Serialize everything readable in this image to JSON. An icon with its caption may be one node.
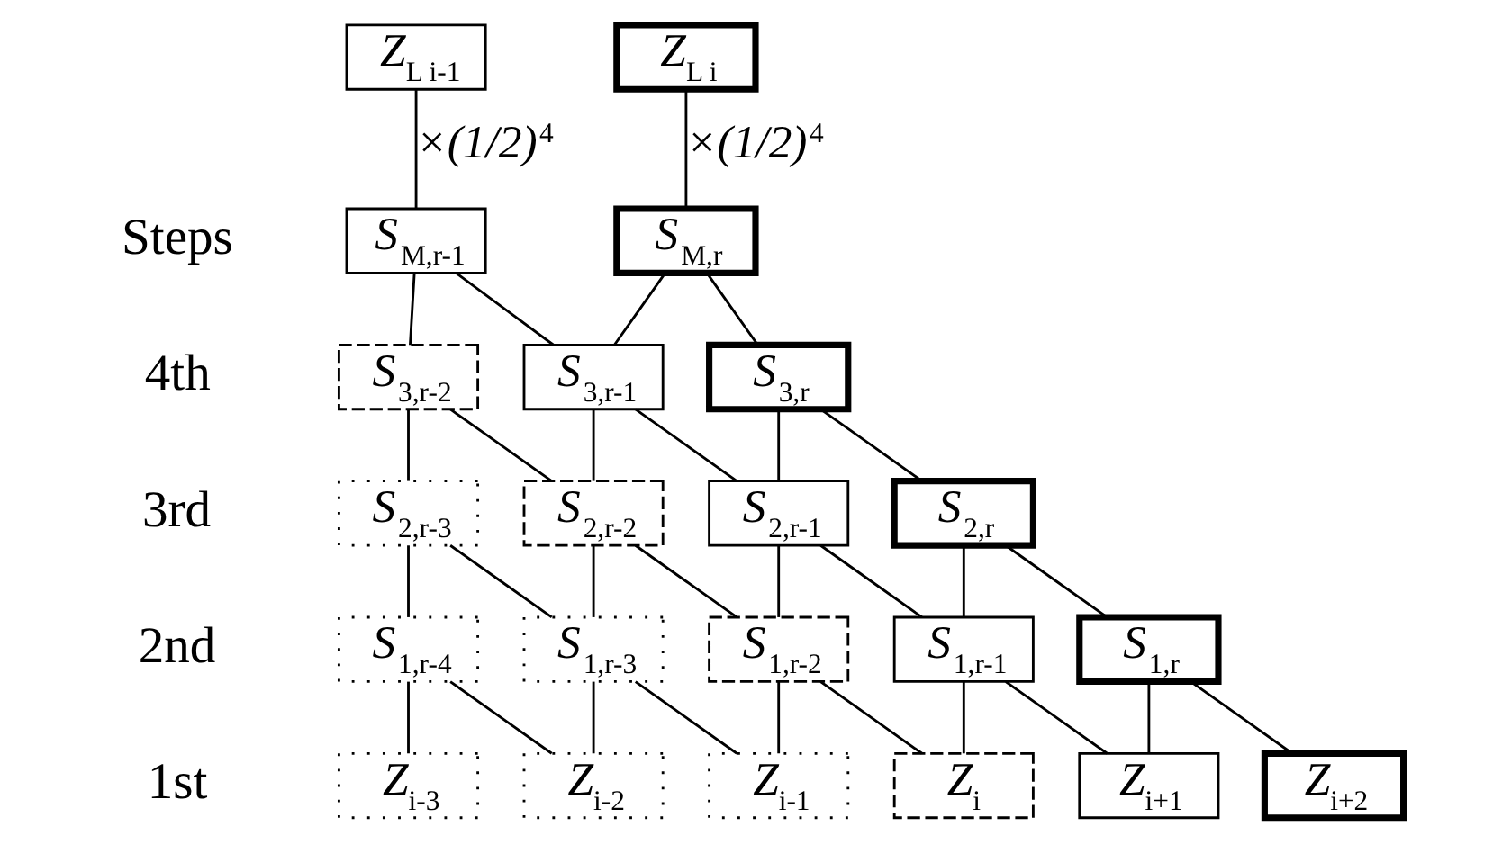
{
  "diagram": {
    "nodes": [
      {
        "text": [
          "Z$_{L i-1}$"
        ]
      },
      {
        "text": [
          "Z$_{L i}$"
        ]
      },
      {
        "text": [
          "S$_{M,r-1}$"
        ]
      },
      {
        "text": [
          "S$_{M,r}$"
        ]
      },
      {
        "text": [
          "S$_{3,r-2}$"
        ]
      },
      {
        "text": [
          "S$_{3,r-1}$"
        ]
      },
      {
        "text": [
          "S$_{3,r}$"
        ]
      },
      {
        "text": [
          "S$_{2,r-3}$"
        ]
      },
      {
        "text": [
          "S$_{2,r-2}$"
        ]
      },
      {
        "text": [
          "S$_{2,r-1}$"
        ]
      },
      {
        "text": [
          "S$_{2,r}$"
        ]
      },
      {
        "text": [
          "S$_{1,r-4}$"
        ]
      },
      {
        "text": [
          "S$_{1,r-3}$"
        ]
      },
      {
        "text": [
          "S$_{1,r-2}$"
        ]
      },
      {
        "text": [
          "S$_{1,r-1}$"
        ]
      },
      {
        "text": [
          "S$_{1,r}$"
        ]
      },
      {
        "text": [
          "Z$_{i-3}$"
        ]
      },
      {
        "text": [
          "Z$_{i-2}$"
        ]
      },
      {
        "text": [
          "Z$_{i-1}$"
        ]
      },
      {
        "text": [
          "Z$_{i}$"
        ]
      },
      {
        "text": [
          "Z$_{i+1}$"
        ]
      },
      {
        "text": [
          "Z$_{i+2}$"
        ]
      }
    ],
    "edges": [
      {
        "from": 0,
        "to": 2,
        "arrow": "none",
        "label": "×(1/2)$^{4}$"
      },
      {
        "from": 1,
        "to": 3,
        "arrow": "none",
        "label": "×(1/2)$^{4}$"
      },
      {
        "from": 2,
        "to": 4,
        "arrow": "none"
      },
      {
        "from": 2,
        "to": 5,
        "arrow": "none"
      },
      {
        "from": 3,
        "to": 5,
        "arrow": "none"
      },
      {
        "from": 3,
        "to": 6,
        "arrow": "none"
      },
      {
        "from": 4,
        "to": 7,
        "arrow": "none"
      },
      {
        "from": 4,
        "to": 8,
        "arrow": "none"
      },
      {
        "from": 5,
        "to": 8,
        "arrow": "none"
      },
      {
        "from": 5,
        "to": 9,
        "arrow": "none"
      },
      {
        "from": 6,
        "to": 9,
        "arrow": "none"
      },
      {
        "from": 6,
        "to": 10,
        "arrow": "none"
      },
      {
        "from": 7,
        "to": 11,
        "arrow": "none"
      },
      {
        "from": 7,
        "to": 12,
        "arrow": "none"
      },
      {
        "from": 8,
        "to": 12,
        "arrow": "none"
      },
      {
        "from": 8,
        "to": 13,
        "arrow": "none"
      },
      {
        "from": 9,
        "to": 13,
        "arrow": "none"
      },
      {
        "from": 9,
        "to": 14,
        "arrow": "none"
      },
      {
        "from": 10,
        "to": 14,
        "arrow": "none"
      },
      {
        "from": 10,
        "to": 15,
        "arrow": "none"
      },
      {
        "from": 11,
        "to": 16,
        "arrow": "none"
      },
      {
        "from": 11,
        "to": 17,
        "arrow": "none"
      },
      {
        "from": 12,
        "to": 17,
        "arrow": "none"
      },
      {
        "from": 12,
        "to": 18,
        "arrow": "none"
      },
      {
        "from": 13,
        "to": 18,
        "arrow": "none"
      },
      {
        "from": 13,
        "to": 19,
        "arrow": "none"
      },
      {
        "from": 14,
        "to": 19,
        "arrow": "none"
      },
      {
        "from": 14,
        "to": 20,
        "arrow": "none"
      },
      {
        "from": 15,
        "to": 20,
        "arrow": "none"
      },
      {
        "from": 15,
        "to": 21,
        "arrow": "none"
      }
    ],
    "labels": [
      "Steps",
      "4th",
      "3rd",
      "2nd",
      "1st"
    ]
  }
}
